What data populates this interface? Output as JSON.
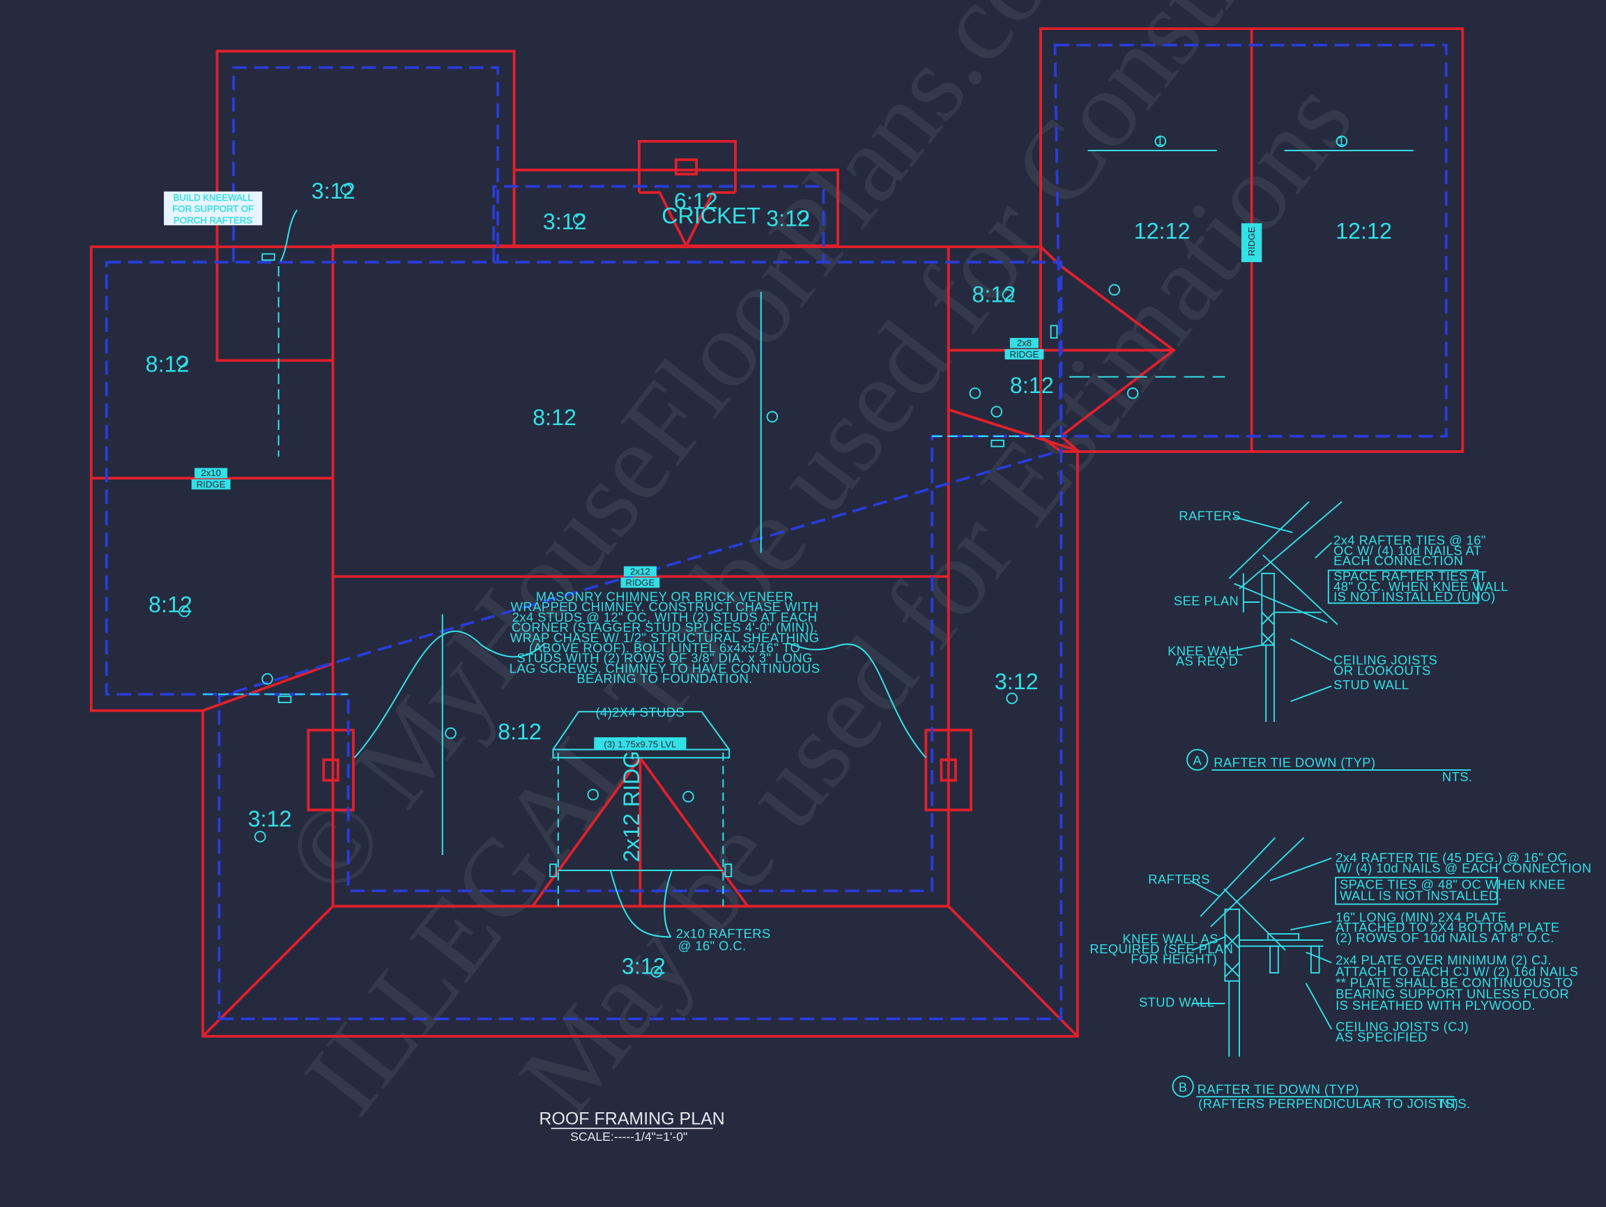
{
  "plan": {
    "title": "ROOF FRAMING PLAN",
    "scale": "SCALE:-----1/4\"=1'-0\""
  },
  "labels": {
    "pitch_3_12": "3:12",
    "pitch_6_12": "6:12",
    "cricket": "CRICKET",
    "pitch_8_12": "8:12",
    "pitch_12_12": "12:12",
    "ridge": "RIDGE",
    "ridge_2x10": "2x10",
    "ridge_2x12": "2x12",
    "ridge_2x8": "2x8",
    "ridge_2x12_vertical": "2x12 RIDGE",
    "rafter_num": "1",
    "lvl": "(3) 1.75x9.75 LVL",
    "studs": "(4)2X4 STUDS",
    "rafters_2x10": "2x10 RAFTERS",
    "rafters_spacing": "@ 16\" O.C."
  },
  "notes": {
    "kneewall": [
      "BUILD KNEEWALL",
      "FOR SUPPORT OF",
      "PORCH RAFTERS"
    ],
    "chimney": [
      "MASONRY CHIMNEY OR BRICK VENEER",
      "WRAPPED CHIMNEY.  CONSTRUCT  CHASE WITH",
      "2x4 STUDS @ 12\" OC, WITH (2)  STUDS AT EACH",
      "CORNER (STAGGER STUD SPLICES 4'-0\" (MIN)).",
      "WRAP CHASE W/ 1/2\" STRUCTURAL SHEATHING",
      "(ABOVE ROOF). BOLT LINTEL 6x4x5/16\" TO",
      "STUDS WITH (2)  ROWS OF 3/8\" DIA. x 3\" LONG",
      "LAG SCREWS.  CHIMNEY TO HAVE CONTINUOUS",
      "BEARING TO FOUNDATION."
    ]
  },
  "detail_a": {
    "letter": "A",
    "title": "RAFTER TIE DOWN (TYP)",
    "nts": "NTS.",
    "rafters": "RAFTERS",
    "see_plan": "SEE PLAN",
    "knee_wall": [
      "KNEE WALL",
      "AS REQ'D"
    ],
    "tie_note": [
      "2x4 RAFTER TIES @ 16\"",
      "OC W/ (4) 10d NAILS AT",
      "EACH CONNECTION"
    ],
    "space_note": [
      "SPACE RAFTER TIES AT",
      "48\" O.C. WHEN KNEE WALL",
      "IS NOT INSTALLED (UNO)"
    ],
    "ceiling": [
      "CEILING JOISTS",
      "OR LOOKOUTS"
    ],
    "stud_wall": "STUD WALL"
  },
  "detail_b": {
    "letter": "B",
    "title": "RAFTER TIE DOWN (TYP)",
    "subtitle": "(RAFTERS PERPENDICULAR TO JOISTS)",
    "nts": "NTS.",
    "rafters": "RAFTERS",
    "knee_wall": [
      "KNEE WALL AS",
      "REQUIRED (SEE PLAN",
      "FOR HEIGHT)"
    ],
    "stud_wall": "STUD WALL",
    "tie_note": [
      "2x4 RAFTER TIE (45 DEG.) @ 16\" OC",
      "W/ (4) 10d NAILS @ EACH CONNECTION"
    ],
    "space_note": [
      "SPACE TIES @ 48\" OC WHEN KNEE",
      "WALL IS NOT INSTALLED."
    ],
    "plate_note": [
      "16\" LONG (MIN) 2X4 PLATE",
      "ATTACHED TO 2X4 BOTTOM PLATE",
      "(2) ROWS OF 10d NAILS AT 8\" O.C."
    ],
    "cj_note": [
      "2x4 PLATE OVER MINIMUM (2) CJ.",
      "ATTACH TO EACH CJ W/ (2) 16d NAILS",
      "** PLATE SHALL BE CONTINUOUS TO",
      "BEARING SUPPORT UNLESS FLOOR",
      "IS SHEATHED WITH PLYWOOD."
    ],
    "ceiling": [
      "CEILING JOISTS (CJ)",
      "AS SPECIFIED"
    ]
  },
  "watermark": {
    "line1": "© MyHouseFloorPlans.com",
    "line2": "ILLEGAL To be used for Construction",
    "line3": "May be used for Estimations"
  },
  "colors": {
    "background": "#252a3e",
    "wall": "#e0202c",
    "overhang": "#2a3cd8",
    "annotation": "#33e0e6"
  }
}
